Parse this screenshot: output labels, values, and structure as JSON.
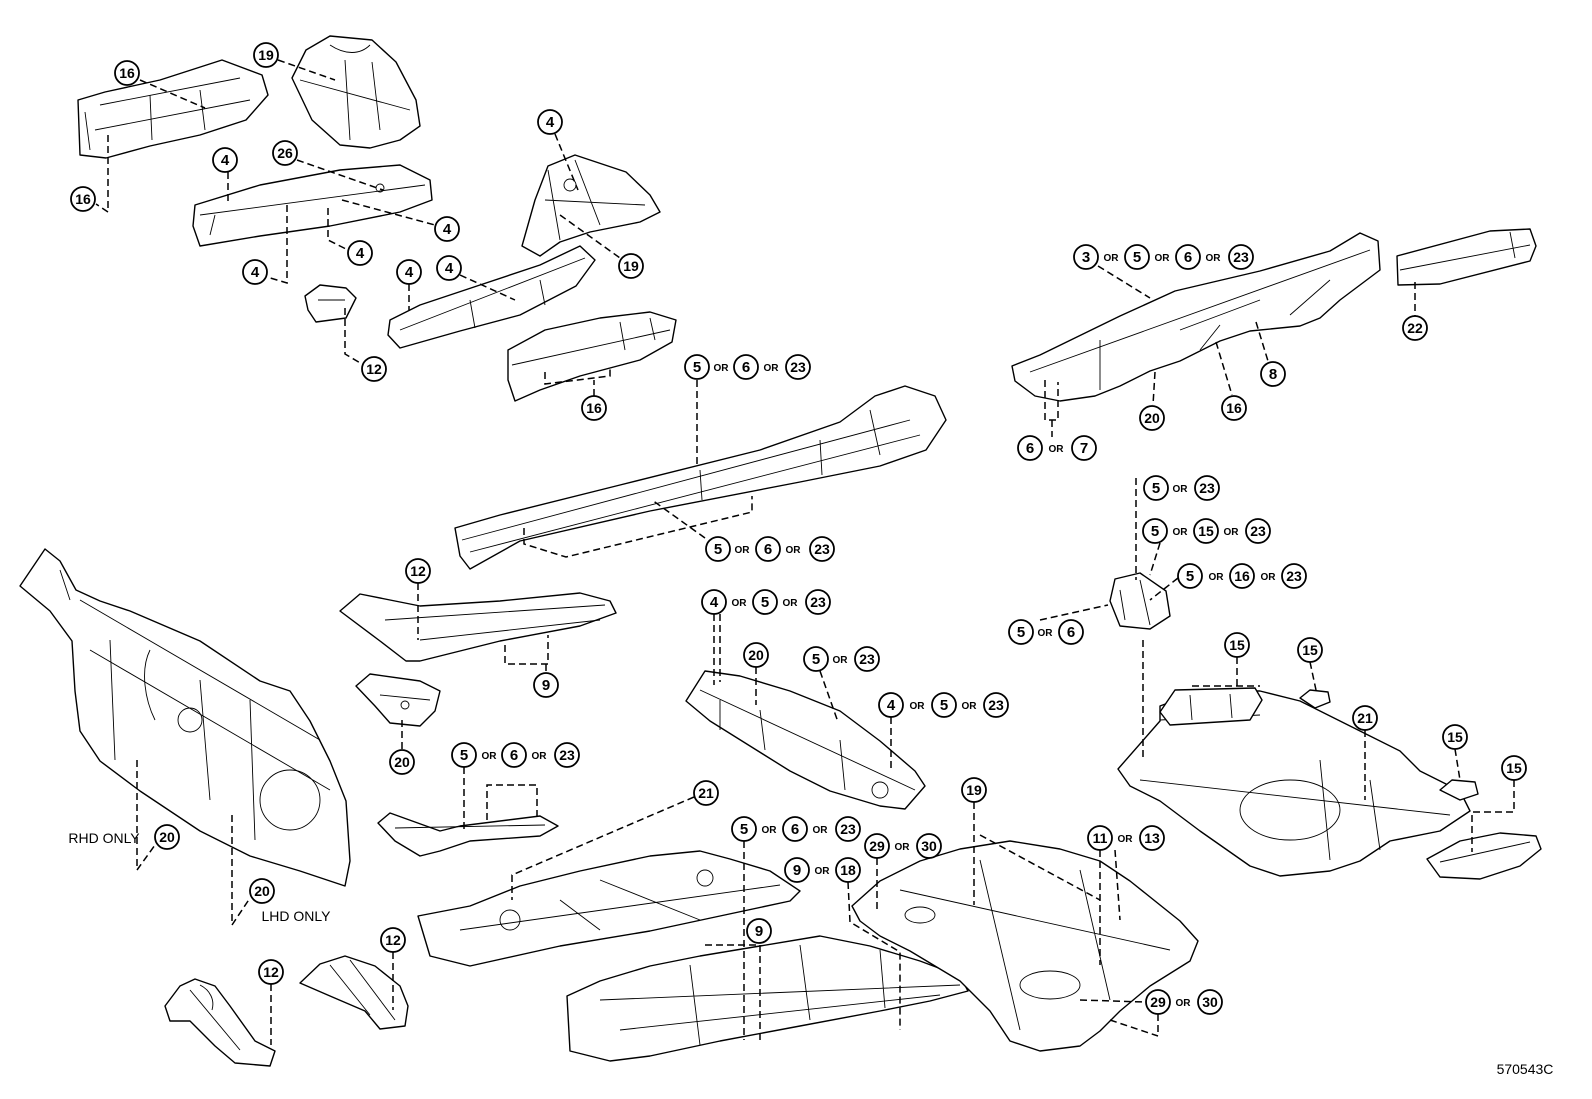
{
  "callouts": [
    {
      "parts": [
        "16"
      ]
    },
    {
      "parts": [
        "16"
      ]
    },
    {
      "parts": [
        "19"
      ]
    },
    {
      "parts": [
        "4"
      ]
    },
    {
      "parts": [
        "26"
      ]
    },
    {
      "parts": [
        "4"
      ]
    },
    {
      "parts": [
        "4"
      ]
    },
    {
      "parts": [
        "4"
      ]
    },
    {
      "parts": [
        "12"
      ]
    },
    {
      "parts": [
        "4"
      ]
    },
    {
      "parts": [
        "4"
      ]
    },
    {
      "parts": [
        "4"
      ]
    },
    {
      "parts": [
        "19"
      ]
    },
    {
      "parts": [
        "16"
      ]
    },
    {
      "parts": [
        "5",
        "OR",
        "6",
        "OR",
        "23"
      ]
    },
    {
      "parts": [
        "5",
        "OR",
        "6",
        "OR",
        "23"
      ]
    },
    {
      "parts": [
        "3",
        "OR",
        "5",
        "OR",
        "6",
        "OR",
        "23"
      ]
    },
    {
      "parts": [
        "22"
      ]
    },
    {
      "parts": [
        "8"
      ]
    },
    {
      "parts": [
        "20"
      ]
    },
    {
      "parts": [
        "16"
      ]
    },
    {
      "parts": [
        "6",
        "OR",
        "7"
      ]
    },
    {
      "parts": [
        "5",
        "OR",
        "23"
      ]
    },
    {
      "parts": [
        "5",
        "OR",
        "15",
        "OR",
        "23"
      ]
    },
    {
      "parts": [
        "5",
        "OR",
        "16",
        "OR",
        "23"
      ]
    },
    {
      "parts": [
        "5",
        "OR",
        "6"
      ]
    },
    {
      "parts": [
        "15"
      ]
    },
    {
      "parts": [
        "15"
      ]
    },
    {
      "parts": [
        "21"
      ]
    },
    {
      "parts": [
        "15"
      ]
    },
    {
      "parts": [
        "15"
      ]
    },
    {
      "parts": [
        "12"
      ]
    },
    {
      "parts": [
        "9"
      ]
    },
    {
      "parts": [
        "20"
      ]
    },
    {
      "parts": [
        "4",
        "OR",
        "5",
        "OR",
        "23"
      ]
    },
    {
      "parts": [
        "20"
      ]
    },
    {
      "parts": [
        "5",
        "OR",
        "23"
      ]
    },
    {
      "parts": [
        "4",
        "OR",
        "5",
        "OR",
        "23"
      ]
    },
    {
      "parts": [
        "5",
        "OR",
        "6",
        "OR",
        "23"
      ]
    },
    {
      "parts": [
        "21"
      ]
    },
    {
      "parts": [
        "5",
        "OR",
        "6",
        "OR",
        "23"
      ]
    },
    {
      "parts": [
        "29",
        "OR",
        "30"
      ]
    },
    {
      "parts": [
        "19"
      ]
    },
    {
      "parts": [
        "11",
        "OR",
        "13"
      ]
    },
    {
      "parts": [
        "9",
        "OR",
        "18"
      ]
    },
    {
      "parts": [
        "RHD ONLY",
        "20"
      ]
    },
    {
      "parts": [
        "20",
        "LHD ONLY"
      ]
    },
    {
      "parts": [
        "12"
      ]
    },
    {
      "parts": [
        "12"
      ]
    },
    {
      "parts": [
        "9"
      ]
    },
    {
      "parts": [
        "29",
        "OR",
        "30"
      ]
    }
  ],
  "figure_code": "570543C"
}
